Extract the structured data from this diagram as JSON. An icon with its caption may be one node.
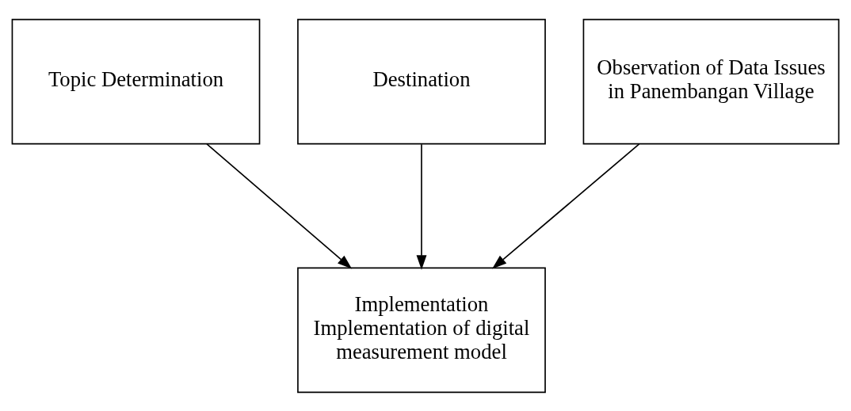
{
  "diagram": {
    "nodes": [
      {
        "text": [
          "Topic Determination"
        ]
      },
      {
        "text": [
          "Destination"
        ]
      },
      {
        "text": [
          "Observation of Data Issues in Panembangan Village"
        ]
      },
      {
        "text": [
          "Implementation Implementation of digital measurement model"
        ]
      }
    ],
    "edges": [
      {
        "from": 0,
        "to": 3,
        "arrow": "to"
      },
      {
        "from": 1,
        "to": 3,
        "arrow": "to"
      },
      {
        "from": 2,
        "to": 3,
        "arrow": "to"
      }
    ]
  }
}
